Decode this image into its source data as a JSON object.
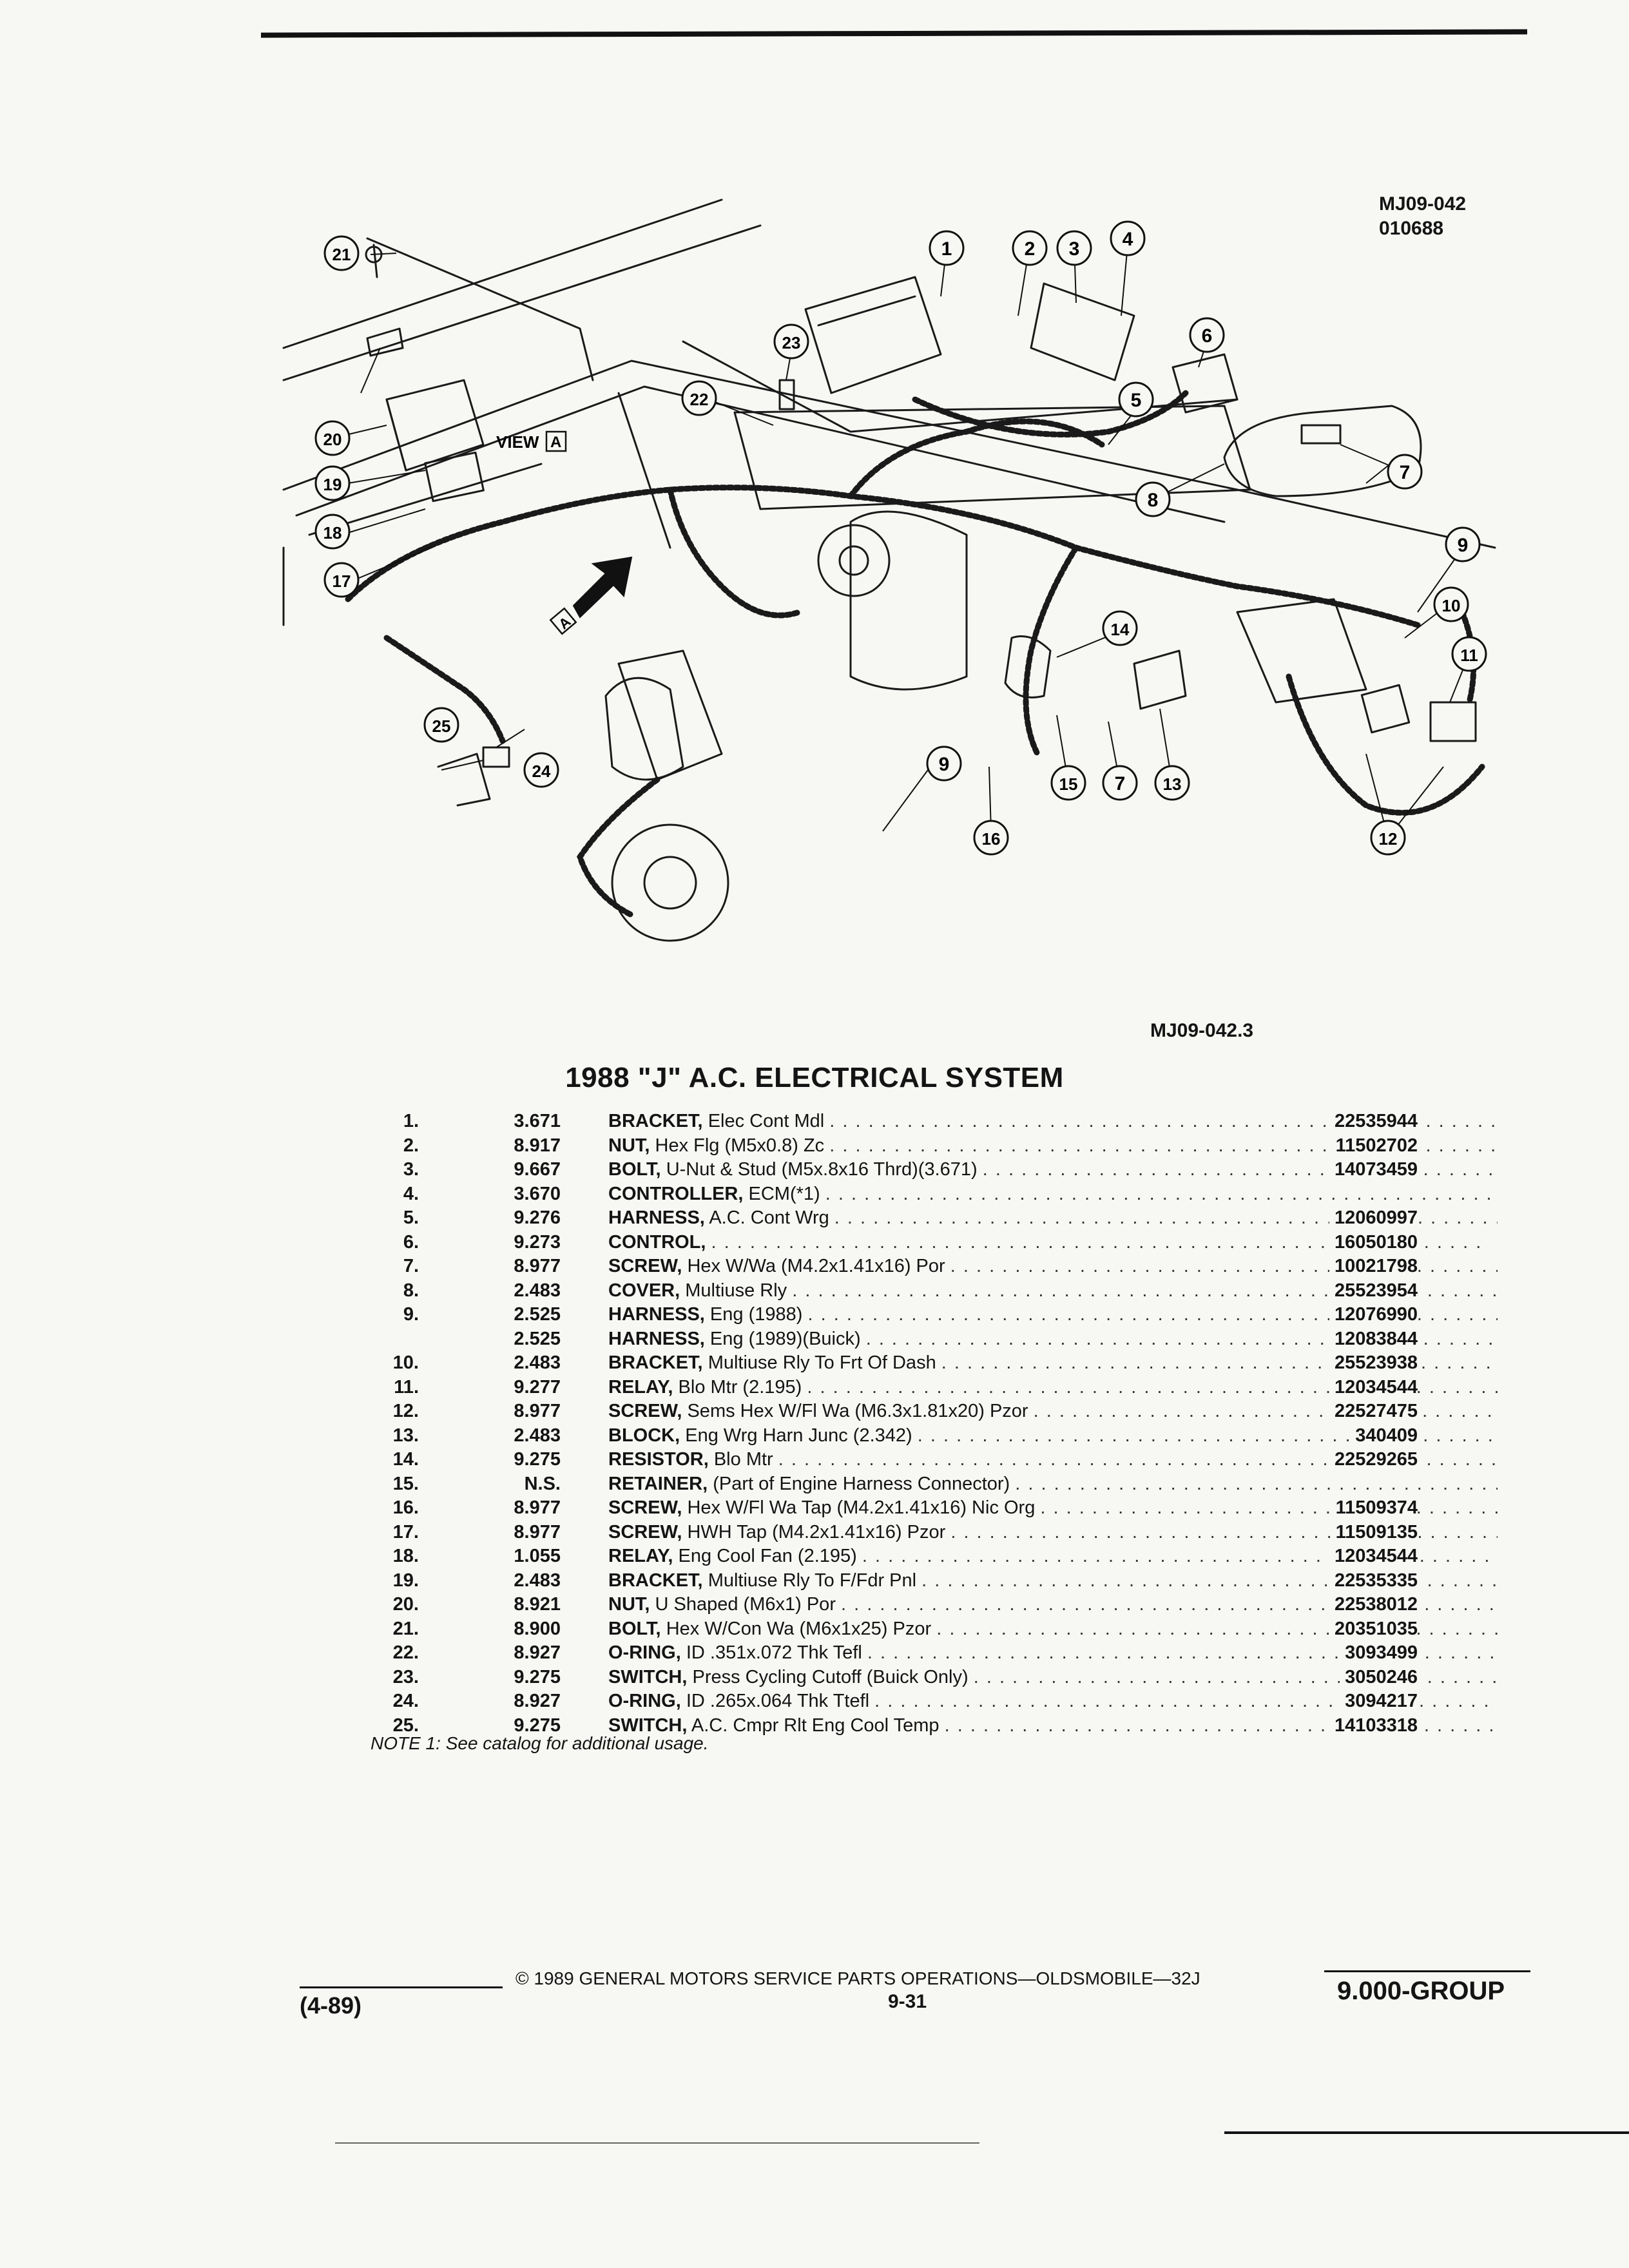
{
  "figure": {
    "id": "MJ09-042",
    "code": "010688",
    "subid": "MJ09-042.3",
    "view_label": "VIEW",
    "view_letter": "A",
    "arrow_letter": "A"
  },
  "title": "1988 \"J\" A.C. ELECTRICAL SYSTEM",
  "callouts": [
    "1",
    "2",
    "3",
    "4",
    "5",
    "6",
    "7",
    "8",
    "9",
    "10",
    "11",
    "12",
    "13",
    "14",
    "15",
    "16",
    "7",
    "17",
    "18",
    "19",
    "20",
    "21",
    "22",
    "23",
    "24",
    "25",
    "9"
  ],
  "parts": [
    {
      "no": "1.",
      "group": "3.671",
      "name": "BRACKET,",
      "desc": "Elec Cont Mdl",
      "part": "22535944"
    },
    {
      "no": "2.",
      "group": "8.917",
      "name": "NUT,",
      "desc": "Hex Flg (M5x0.8) Zc",
      "part": "11502702"
    },
    {
      "no": "3.",
      "group": "9.667",
      "name": "BOLT,",
      "desc": "U-Nut & Stud (M5x.8x16 Thrd)(3.671)",
      "part": "14073459"
    },
    {
      "no": "4.",
      "group": "3.670",
      "name": "CONTROLLER,",
      "desc": "ECM(*1)",
      "part": ""
    },
    {
      "no": "5.",
      "group": "9.276",
      "name": "HARNESS,",
      "desc": "A.C. Cont Wrg",
      "part": "12060997"
    },
    {
      "no": "6.",
      "group": "9.273",
      "name": "CONTROL,",
      "desc": "",
      "part": "16050180"
    },
    {
      "no": "7.",
      "group": "8.977",
      "name": "SCREW,",
      "desc": "Hex W/Wa (M4.2x1.41x16) Por",
      "part": "10021798"
    },
    {
      "no": "8.",
      "group": "2.483",
      "name": "COVER,",
      "desc": "Multiuse Rly",
      "part": "25523954"
    },
    {
      "no": "9.",
      "group": "2.525",
      "name": "HARNESS,",
      "desc": "Eng (1988)",
      "part": "12076990"
    },
    {
      "no": "",
      "group": "2.525",
      "name": "HARNESS,",
      "desc": "Eng (1989)(Buick)",
      "part": "12083844"
    },
    {
      "no": "10.",
      "group": "2.483",
      "name": "BRACKET,",
      "desc": "Multiuse Rly To Frt Of Dash",
      "part": "25523938"
    },
    {
      "no": "11.",
      "group": "9.277",
      "name": "RELAY,",
      "desc": "Blo Mtr (2.195)",
      "part": "12034544"
    },
    {
      "no": "12.",
      "group": "8.977",
      "name": "SCREW,",
      "desc": "Sems Hex W/Fl Wa (M6.3x1.81x20) Pzor",
      "part": "22527475"
    },
    {
      "no": "13.",
      "group": "2.483",
      "name": "BLOCK,",
      "desc": "Eng Wrg Harn Junc (2.342)",
      "part": "340409"
    },
    {
      "no": "14.",
      "group": "9.275",
      "name": "RESISTOR,",
      "desc": "Blo Mtr",
      "part": "22529265"
    },
    {
      "no": "15.",
      "group": "N.S.",
      "name": "RETAINER,",
      "desc": "(Part of Engine Harness Connector)",
      "part": ""
    },
    {
      "no": "16.",
      "group": "8.977",
      "name": "SCREW,",
      "desc": "Hex W/Fl Wa Tap (M4.2x1.41x16) Nic Org",
      "part": "11509374"
    },
    {
      "no": "17.",
      "group": "8.977",
      "name": "SCREW,",
      "desc": "HWH Tap (M4.2x1.41x16) Pzor",
      "part": "11509135"
    },
    {
      "no": "18.",
      "group": "1.055",
      "name": "RELAY,",
      "desc": "Eng Cool Fan (2.195)",
      "part": "12034544"
    },
    {
      "no": "19.",
      "group": "2.483",
      "name": "BRACKET,",
      "desc": "Multiuse Rly To F/Fdr Pnl",
      "part": "22535335"
    },
    {
      "no": "20.",
      "group": "8.921",
      "name": "NUT,",
      "desc": "U Shaped (M6x1) Por",
      "part": "22538012"
    },
    {
      "no": "21.",
      "group": "8.900",
      "name": "BOLT,",
      "desc": "Hex W/Con Wa (M6x1x25) Pzor",
      "part": "20351035"
    },
    {
      "no": "22.",
      "group": "8.927",
      "name": "O-RING,",
      "desc": "ID .351x.072 Thk Tefl",
      "part": "3093499"
    },
    {
      "no": "23.",
      "group": "9.275",
      "name": "SWITCH,",
      "desc": "Press Cycling Cutoff (Buick Only)",
      "part": "3050246"
    },
    {
      "no": "24.",
      "group": "8.927",
      "name": "O-RING,",
      "desc": "ID .265x.064 Thk Ttefl",
      "part": "3094217"
    },
    {
      "no": "25.",
      "group": "9.275",
      "name": "SWITCH,",
      "desc": "A.C. Cmpr Rlt Eng Cool Temp",
      "part": "14103318"
    }
  ],
  "note": "NOTE 1: See catalog for additional usage.",
  "footer": {
    "copyright": "© 1989 GENERAL MOTORS SERVICE PARTS OPERATIONS—OLDSMOBILE—32J",
    "page": "9-31",
    "date": "(4-89)",
    "group": "9.000-GROUP"
  },
  "colors": {
    "ink": "#141414",
    "paper": "#f7f7f4"
  }
}
